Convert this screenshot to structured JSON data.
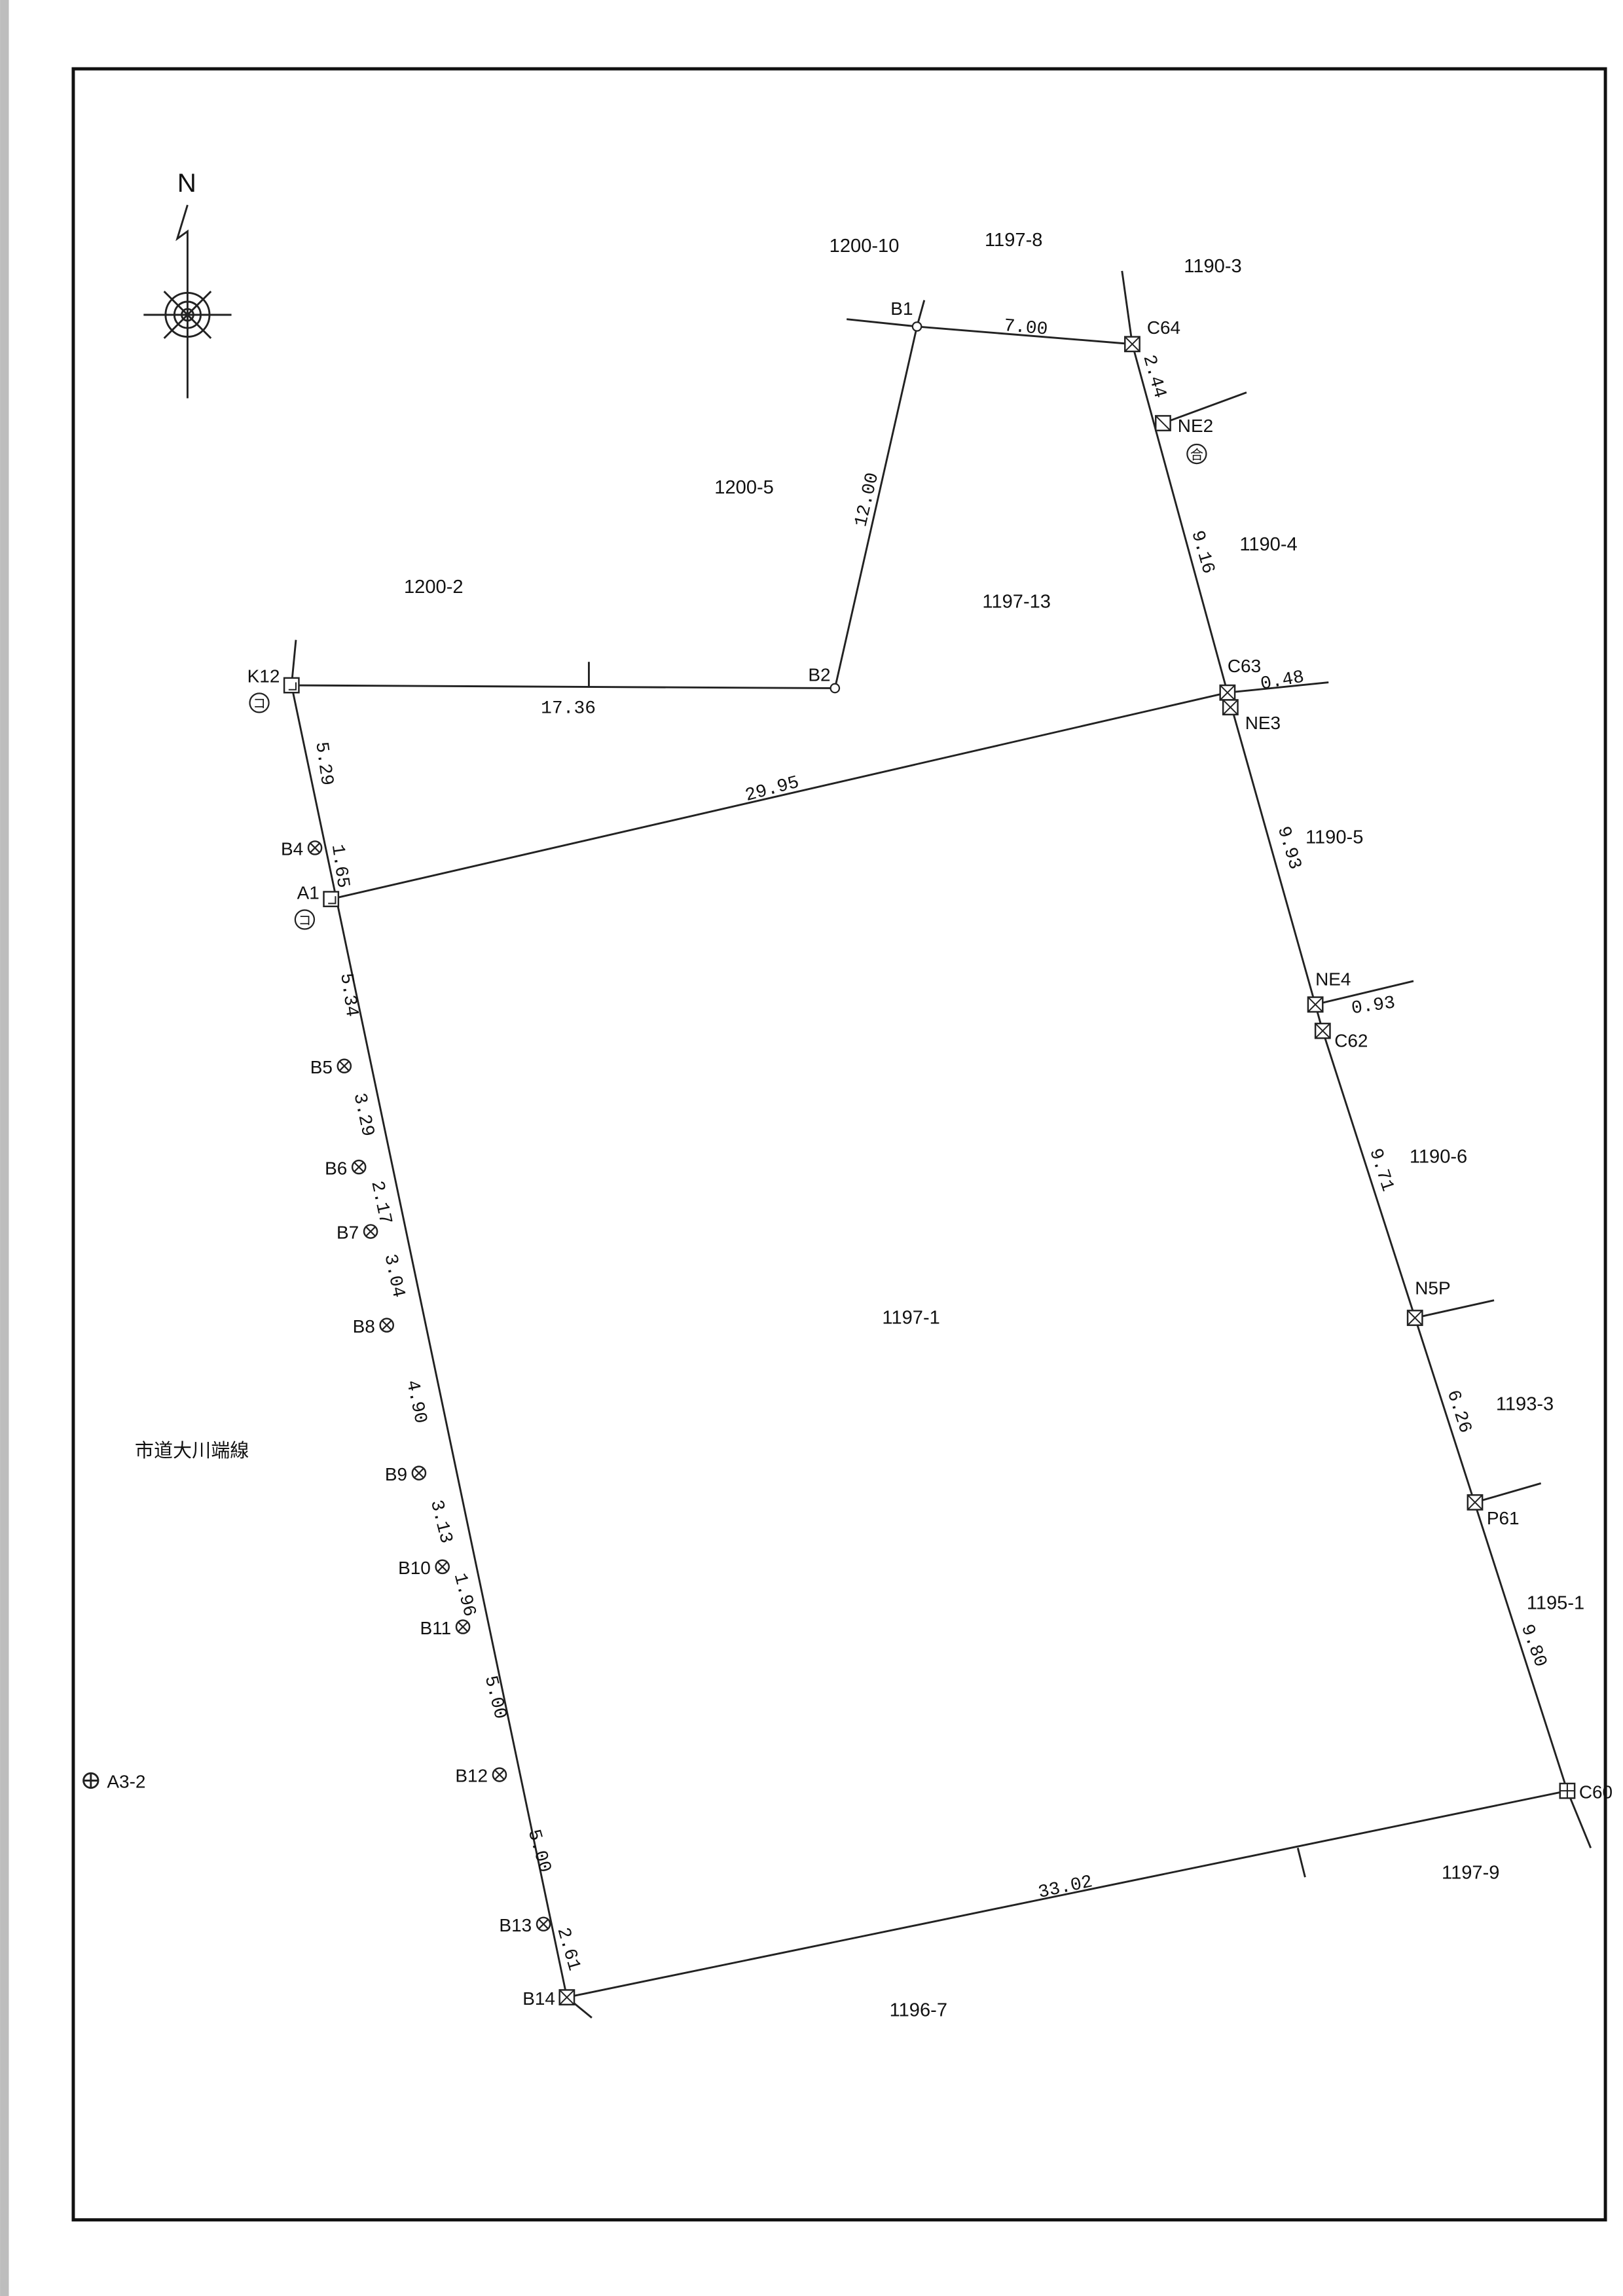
{
  "compass": {
    "north_label": "N"
  },
  "road_label": "市道大川端線",
  "benchmark": {
    "name": "A3-2"
  },
  "parcels": [
    "1200-10",
    "1197-8",
    "1190-3",
    "1200-5",
    "1200-2",
    "1197-13",
    "1190-4",
    "1190-5",
    "1190-6",
    "1197-1",
    "1193-3",
    "1195-1",
    "1197-9",
    "1196-7"
  ],
  "points": [
    {
      "name": "B1",
      "marker": "circle"
    },
    {
      "name": "C64",
      "marker": "box-x"
    },
    {
      "name": "NE2",
      "marker": "box-slash",
      "note": "合"
    },
    {
      "name": "C63",
      "marker": "box-x"
    },
    {
      "name": "NE3",
      "marker": "box-x"
    },
    {
      "name": "NE4",
      "marker": "box-x"
    },
    {
      "name": "C62",
      "marker": "box-x"
    },
    {
      "name": "N5P",
      "marker": "box-x"
    },
    {
      "name": "P61",
      "marker": "box-x"
    },
    {
      "name": "C60",
      "marker": "box-plus"
    },
    {
      "name": "B14",
      "marker": "box-x"
    },
    {
      "name": "B13",
      "marker": "circle-x"
    },
    {
      "name": "B12",
      "marker": "circle-x"
    },
    {
      "name": "B11",
      "marker": "circle-x"
    },
    {
      "name": "B10",
      "marker": "circle-x"
    },
    {
      "name": "B9",
      "marker": "circle-x"
    },
    {
      "name": "B8",
      "marker": "circle-x"
    },
    {
      "name": "B7",
      "marker": "circle-x"
    },
    {
      "name": "B6",
      "marker": "circle-x"
    },
    {
      "name": "B5",
      "marker": "circle-x"
    },
    {
      "name": "A1",
      "marker": "box-corner",
      "note": "コ"
    },
    {
      "name": "B4",
      "marker": "circle-x"
    },
    {
      "name": "K12",
      "marker": "box-corner",
      "note": "コ"
    },
    {
      "name": "B2",
      "marker": "circle"
    }
  ],
  "distances": [
    "7.00",
    "2.44",
    "12.00",
    "17.36",
    "9.16",
    "0.48",
    "29.95",
    "5.29",
    "1.65",
    "9.93",
    "0.93",
    "5.34",
    "3.29",
    "2.17",
    "3.04",
    "9.71",
    "4.90",
    "6.26",
    "3.13",
    "1.96",
    "9.80",
    "5.00",
    "5.00",
    "33.02",
    "2.61"
  ]
}
